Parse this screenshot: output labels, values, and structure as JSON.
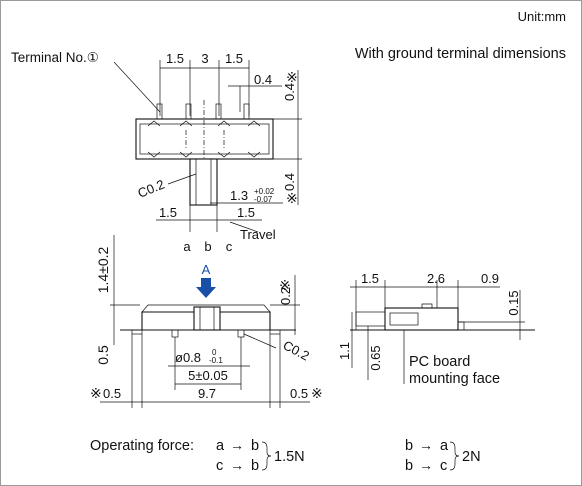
{
  "unit": "Unit:mm",
  "subtitle": "With ground terminal dimensions",
  "terminal_label": "Terminal No.①",
  "top_view": {
    "dim_pitch_left": "1.5",
    "dim_pitch_mid": "3",
    "dim_pitch_right": "1.5",
    "dim_term_width": "0.4",
    "dim_top_right": "0.4",
    "dim_bottom_right": "0.4",
    "mark": "※",
    "chamfer": "C0.2",
    "dim_knob_main": "1.3",
    "dim_knob_tol_plus": "+0.02",
    "dim_knob_tol_minus": "-0.07",
    "dim_travel_left": "1.5",
    "dim_travel_right": "1.5",
    "travel": "Travel",
    "pos_a": "a",
    "pos_b": "b",
    "pos_c": "c"
  },
  "front_view": {
    "arrow_label": "A",
    "dim_height": "1.4±0.2",
    "dim_top_gap": "0.2",
    "dim_side": "0.5",
    "dim_hole": "ø0.8",
    "dim_hole_tol_plus": "0",
    "dim_hole_tol_minus": "-0.1",
    "dim_hole_pitch": "5±0.05",
    "chamfer": "C0.2",
    "dim_left_ext": "0.5",
    "dim_width": "9.7",
    "dim_right_ext": "0.5"
  },
  "side_view": {
    "dim_left": "1.5",
    "dim_mid": "2.6",
    "dim_right": "0.9",
    "dim_thickness": "0.15",
    "dim_height_1": "1.1",
    "dim_height_2": "0.65",
    "pcb_label_1": "PC board",
    "pcb_label_2": "mounting face"
  },
  "operating_force": {
    "label": "Operating force:",
    "row1_from": "a",
    "row1_to": "b",
    "row2_from": "c",
    "row2_to": "b",
    "value1": "1.5N",
    "row3_from": "b",
    "row3_to": "a",
    "row4_from": "b",
    "row4_to": "c",
    "value2": "2N"
  }
}
